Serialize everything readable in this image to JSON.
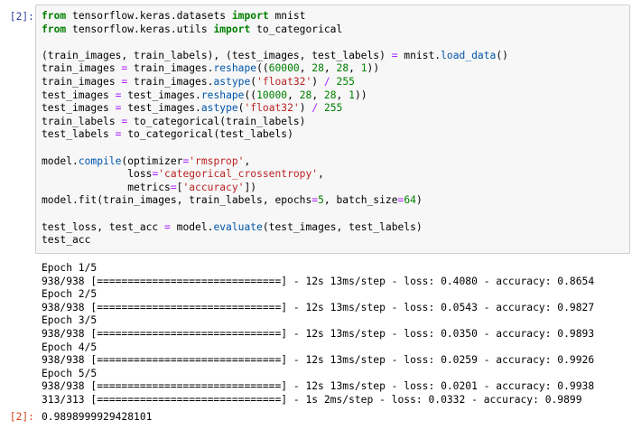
{
  "cell": {
    "input_prompt": "[2]:",
    "output_prompt": "[2]:",
    "code": [
      [
        {
          "t": "from",
          "c": "k"
        },
        {
          "t": " tensorflow.keras.datasets "
        },
        {
          "t": "import",
          "c": "k"
        },
        {
          "t": " mnist"
        }
      ],
      [
        {
          "t": "from",
          "c": "k"
        },
        {
          "t": " tensorflow.keras.utils "
        },
        {
          "t": "import",
          "c": "k"
        },
        {
          "t": " to_categorical"
        }
      ],
      [],
      [
        {
          "t": "(train_images, train_labels), (test_images, test_labels) "
        },
        {
          "t": "=",
          "c": "o"
        },
        {
          "t": " mnist."
        },
        {
          "t": "load_data",
          "c": "f"
        },
        {
          "t": "()"
        }
      ],
      [
        {
          "t": "train_images "
        },
        {
          "t": "=",
          "c": "o"
        },
        {
          "t": " train_images."
        },
        {
          "t": "reshape",
          "c": "f"
        },
        {
          "t": "(("
        },
        {
          "t": "60000",
          "c": "n"
        },
        {
          "t": ", "
        },
        {
          "t": "28",
          "c": "n"
        },
        {
          "t": ", "
        },
        {
          "t": "28",
          "c": "n"
        },
        {
          "t": ", "
        },
        {
          "t": "1",
          "c": "n"
        },
        {
          "t": "))"
        }
      ],
      [
        {
          "t": "train_images "
        },
        {
          "t": "=",
          "c": "o"
        },
        {
          "t": " train_images."
        },
        {
          "t": "astype",
          "c": "f"
        },
        {
          "t": "("
        },
        {
          "t": "'float32'",
          "c": "s"
        },
        {
          "t": ") "
        },
        {
          "t": "/",
          "c": "o"
        },
        {
          "t": " "
        },
        {
          "t": "255",
          "c": "n"
        }
      ],
      [
        {
          "t": "test_images "
        },
        {
          "t": "=",
          "c": "o"
        },
        {
          "t": " test_images."
        },
        {
          "t": "reshape",
          "c": "f"
        },
        {
          "t": "(("
        },
        {
          "t": "10000",
          "c": "n"
        },
        {
          "t": ", "
        },
        {
          "t": "28",
          "c": "n"
        },
        {
          "t": ", "
        },
        {
          "t": "28",
          "c": "n"
        },
        {
          "t": ", "
        },
        {
          "t": "1",
          "c": "n"
        },
        {
          "t": "))"
        }
      ],
      [
        {
          "t": "test_images "
        },
        {
          "t": "=",
          "c": "o"
        },
        {
          "t": " test_images."
        },
        {
          "t": "astype",
          "c": "f"
        },
        {
          "t": "("
        },
        {
          "t": "'float32'",
          "c": "s"
        },
        {
          "t": ") "
        },
        {
          "t": "/",
          "c": "o"
        },
        {
          "t": " "
        },
        {
          "t": "255",
          "c": "n"
        }
      ],
      [
        {
          "t": "train_labels "
        },
        {
          "t": "=",
          "c": "o"
        },
        {
          "t": " to_categorical(train_labels)"
        }
      ],
      [
        {
          "t": "test_labels "
        },
        {
          "t": "=",
          "c": "o"
        },
        {
          "t": " to_categorical(test_labels)"
        }
      ],
      [],
      [
        {
          "t": "model."
        },
        {
          "t": "compile",
          "c": "f"
        },
        {
          "t": "(optimizer"
        },
        {
          "t": "=",
          "c": "o"
        },
        {
          "t": "'rmsprop'",
          "c": "s"
        },
        {
          "t": ","
        }
      ],
      [
        {
          "t": "              loss"
        },
        {
          "t": "=",
          "c": "o"
        },
        {
          "t": "'categorical_crossentropy'",
          "c": "s"
        },
        {
          "t": ","
        }
      ],
      [
        {
          "t": "              metrics"
        },
        {
          "t": "=",
          "c": "o"
        },
        {
          "t": "["
        },
        {
          "t": "'accuracy'",
          "c": "s"
        },
        {
          "t": "])"
        }
      ],
      [
        {
          "t": "model.fit(train_images, train_labels, epochs"
        },
        {
          "t": "=",
          "c": "o"
        },
        {
          "t": "5",
          "c": "n"
        },
        {
          "t": ", batch_size"
        },
        {
          "t": "=",
          "c": "o"
        },
        {
          "t": "64",
          "c": "n"
        },
        {
          "t": ")"
        }
      ],
      [],
      [
        {
          "t": "test_loss, test_acc "
        },
        {
          "t": "=",
          "c": "o"
        },
        {
          "t": " model."
        },
        {
          "t": "evaluate",
          "c": "f"
        },
        {
          "t": "(test_images, test_labels)"
        }
      ],
      [
        {
          "t": "test_acc"
        }
      ]
    ],
    "stream_output": [
      "Epoch 1/5",
      "938/938 [==============================] - 12s 13ms/step - loss: 0.4080 - accuracy: 0.8654",
      "Epoch 2/5",
      "938/938 [==============================] - 12s 13ms/step - loss: 0.0543 - accuracy: 0.9827",
      "Epoch 3/5",
      "938/938 [==============================] - 12s 13ms/step - loss: 0.0350 - accuracy: 0.9893",
      "Epoch 4/5",
      "938/938 [==============================] - 12s 13ms/step - loss: 0.0259 - accuracy: 0.9926",
      "Epoch 5/5",
      "938/938 [==============================] - 12s 13ms/step - loss: 0.0201 - accuracy: 0.9938",
      "313/313 [==============================] - 1s 2ms/step - loss: 0.0332 - accuracy: 0.9899"
    ],
    "result": "0.9898999929428101"
  },
  "colors": {
    "input_prompt": "#303f9f",
    "output_prompt": "#d84315",
    "keyword": "#008000",
    "number": "#008000",
    "string": "#ba2121",
    "function": "#0055aa",
    "operator": "#aa22ff",
    "code_background": "#f7f7f7"
  }
}
